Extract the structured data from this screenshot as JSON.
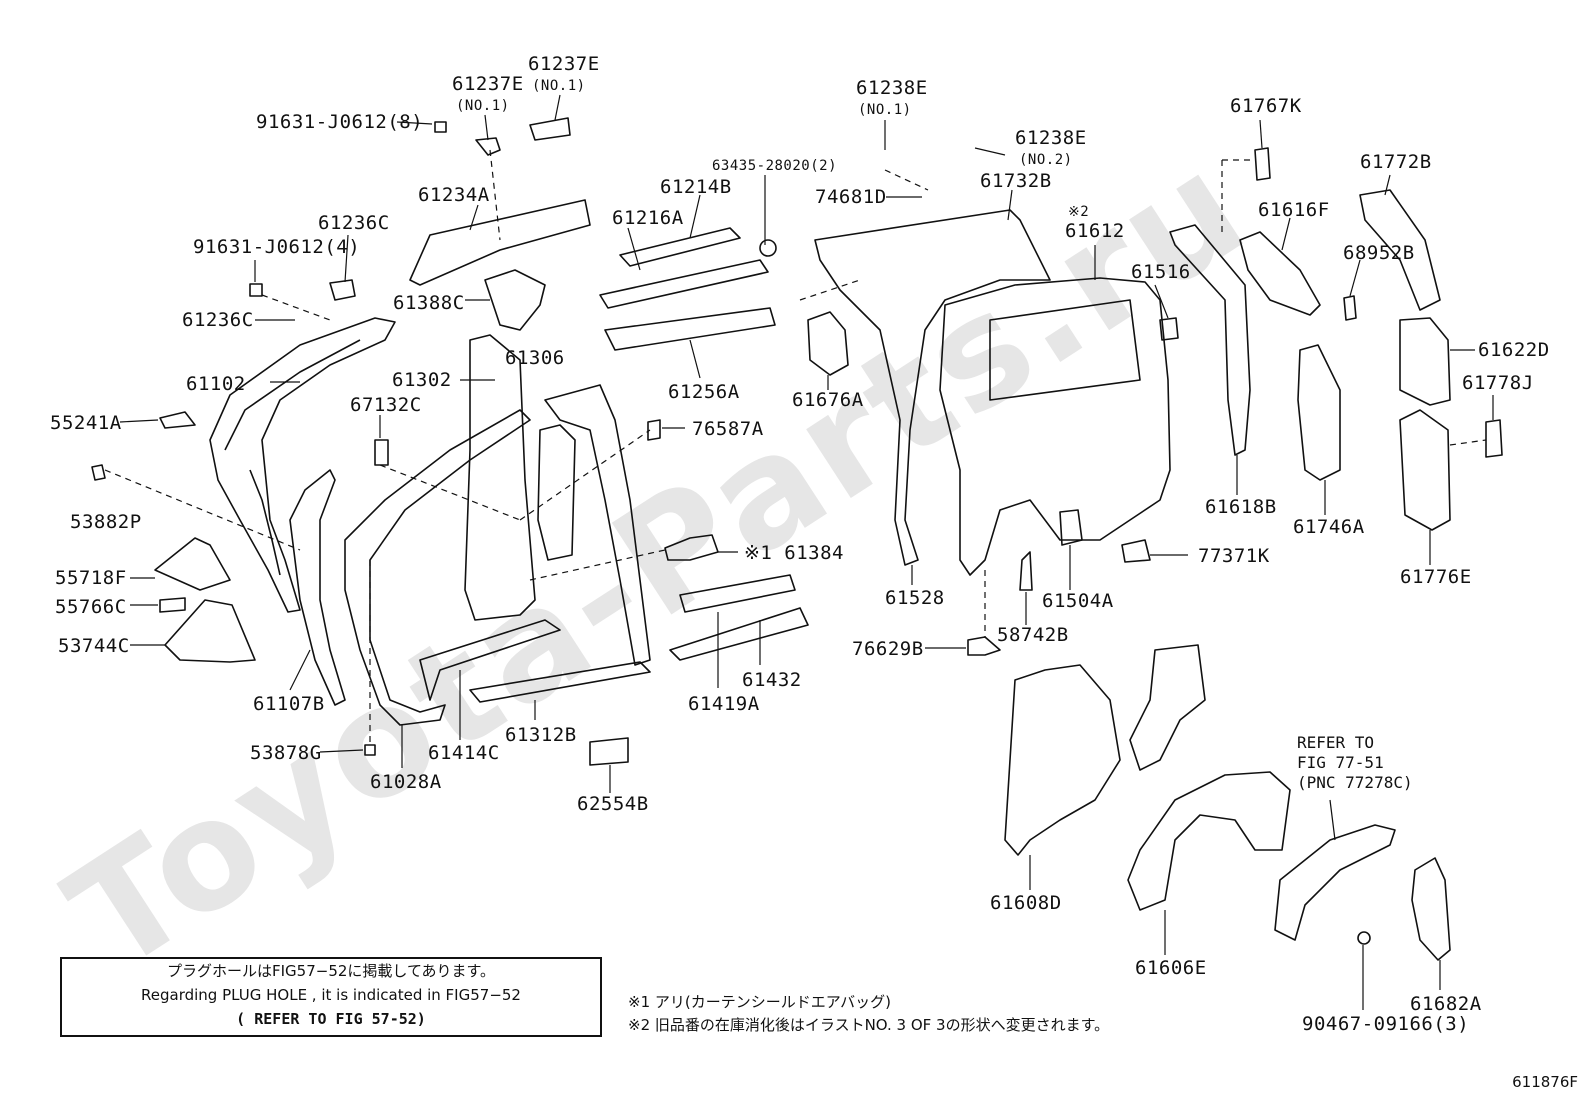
{
  "watermark": "Toyota-Parts.ru",
  "labels": {
    "p91631_8": "91631-J0612(8)",
    "p61237E_a": "61237E",
    "p61237E_a_sub": "(NO.1)",
    "p61237E_b": "61237E",
    "p61237E_b_sub": "(NO.1)",
    "p61234A": "61234A",
    "p91631_4": "91631-J0612(4)",
    "p61236C_a": "61236C",
    "p61236C_b": "61236C",
    "p61388C": "61388C",
    "p61102": "61102",
    "p61302": "61302",
    "p61306": "61306",
    "p55241A": "55241A",
    "p67132C": "67132C",
    "p53882P": "53882P",
    "p55718F": "55718F",
    "p55766C": "55766C",
    "p53744C": "53744C",
    "p61107B": "61107B",
    "p53878G": "53878G",
    "p61028A": "61028A",
    "p61414C": "61414C",
    "p61312B": "61312B",
    "p62554B": "62554B",
    "p61214B": "61214B",
    "p63435": "63435-28020(2)",
    "p61216A": "61216A",
    "p61256A": "61256A",
    "p76587A": "76587A",
    "p61384": "※1 61384",
    "p61419A": "61419A",
    "p61432": "61432",
    "p61238E_a": "61238E",
    "p61238E_a_sub": "(NO.1)",
    "p61238E_b": "61238E",
    "p61238E_b_sub": "(NO.2)",
    "p74681D": "74681D",
    "p61732B": "61732B",
    "p61612_mark": "※2",
    "p61612": "61612",
    "p61676A": "61676A",
    "p61516": "61516",
    "p61528": "61528",
    "p61504A": "61504A",
    "p77371K": "77371K",
    "p58742B": "58742B",
    "p76629B": "76629B",
    "p61767K": "61767K",
    "p61616F": "61616F",
    "p61772B": "61772B",
    "p68952B": "68952B",
    "p61622D": "61622D",
    "p61778J": "61778J",
    "p61618B": "61618B",
    "p61746A": "61746A",
    "p61776E": "61776E",
    "p61608D": "61608D",
    "p61606E": "61606E",
    "p61682A": "61682A",
    "p90467": "90467-09166(3)"
  },
  "refer": {
    "line1": "REFER TO",
    "line2": "FIG 77-51",
    "line3": "(PNC 77278C)"
  },
  "note_box": {
    "line1": "プラグホールはFIG57−52に掲載してあります。",
    "line2": "Regarding PLUG HOLE , it is indicated in FIG57−52",
    "line3": "( REFER TO FIG 57-52)"
  },
  "footnotes": {
    "fn1": "※1 アリ(カーテンシールドエアバッグ)",
    "fn2": "※2 旧品番の在庫消化後はイラストNO. 3 OF 3の形状へ変更されます。"
  },
  "figure_code": "611876F"
}
